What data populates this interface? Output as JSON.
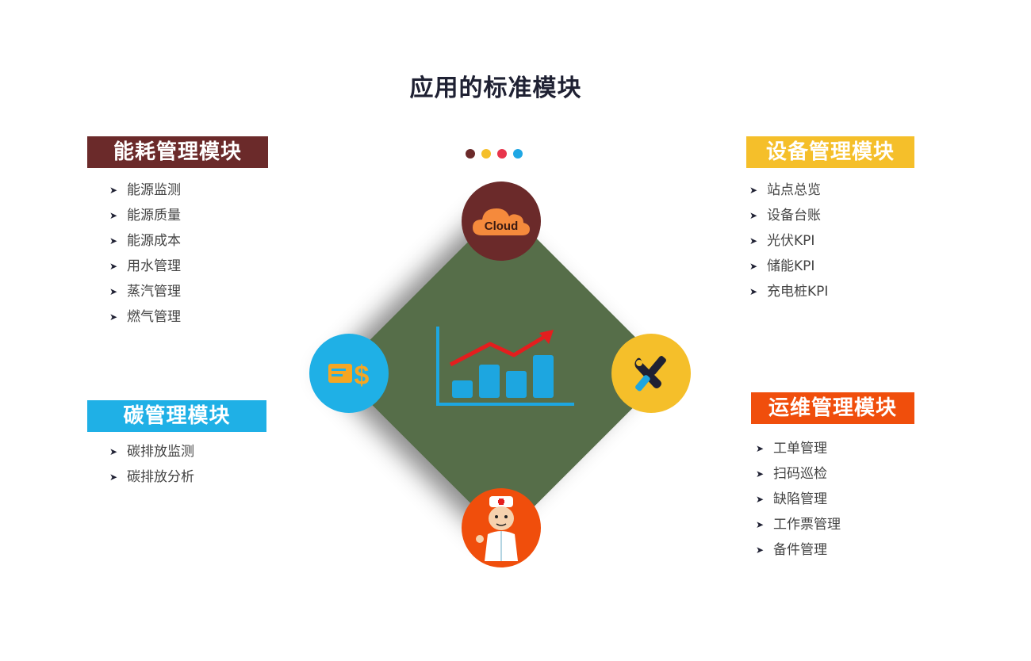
{
  "title": "应用的标准模块",
  "dots": [
    "#6b2a2a",
    "#f5bf2a",
    "#e8344b",
    "#1fa7e4"
  ],
  "modules": {
    "energy": {
      "title": "能耗管理模块",
      "color": "#6b2a2a",
      "items": [
        "能源监测",
        "能源质量",
        "能源成本",
        "用水管理",
        "蒸汽管理",
        "燃气管理"
      ]
    },
    "carbon": {
      "title": "碳管理模块",
      "color": "#1fb0e6",
      "items": [
        "碳排放监测",
        "碳排放分析"
      ]
    },
    "device": {
      "title": "设备管理模块",
      "color": "#f5bf2a",
      "items": [
        "站点总览",
        "设备台账",
        "光伏KPI",
        "储能KPI",
        "充电桩KPI"
      ]
    },
    "ops": {
      "title": "运维管理模块",
      "color": "#f04e0c",
      "items": [
        "工单管理",
        "扫码巡检",
        "缺陷管理",
        "工作票管理",
        "备件管理"
      ]
    }
  },
  "center": {
    "diamond_color": "#566e49",
    "cloud_label": "Cloud",
    "icons": [
      "cloud-icon",
      "money-card-icon",
      "tools-icon",
      "doctor-icon",
      "growth-chart-icon"
    ]
  }
}
